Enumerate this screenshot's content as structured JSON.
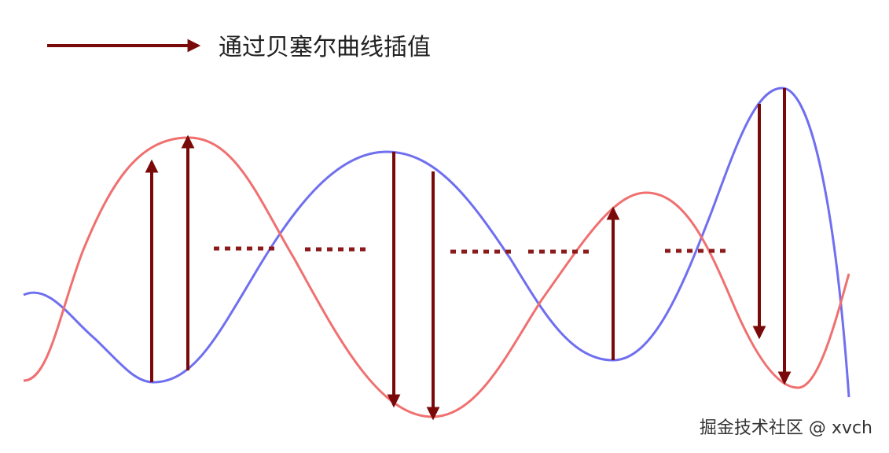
{
  "legend": {
    "label": "通过贝塞尔曲线插值",
    "arrow_icon": "right-arrow-icon"
  },
  "watermark": {
    "text": "掘金技术社区 @ xvch"
  },
  "colors": {
    "red_curve": "#f07070",
    "blue_curve": "#6f6ff0",
    "arrow": "#7a0a0a",
    "dots": "#8b1a1a"
  },
  "curves": [
    {
      "name": "red-curve",
      "color_key": "red_curve"
    },
    {
      "name": "blue-curve",
      "color_key": "blue_curve"
    }
  ]
}
